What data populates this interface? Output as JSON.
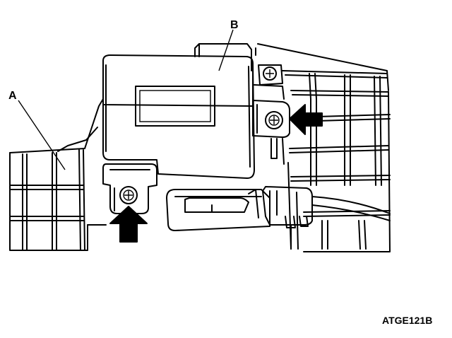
{
  "labels": {
    "a": "A",
    "b": "B"
  },
  "figure_code": "ATGE121B",
  "colors": {
    "line": "#000000",
    "background": "#ffffff"
  },
  "icons": [
    "arrow-up-icon",
    "arrow-left-icon",
    "screw-icon"
  ]
}
